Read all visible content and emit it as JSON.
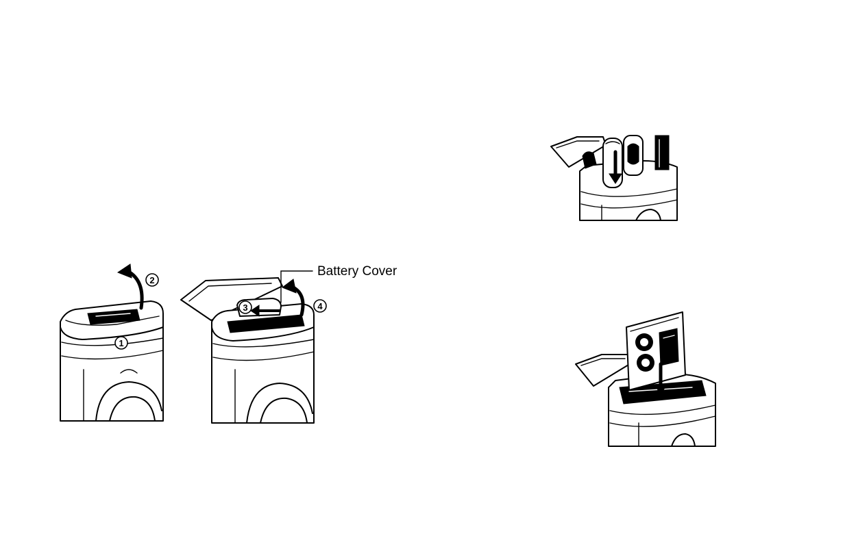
{
  "labels": {
    "battery_cover": "Battery Cover"
  },
  "steps": [
    "1",
    "2",
    "3",
    "4"
  ]
}
